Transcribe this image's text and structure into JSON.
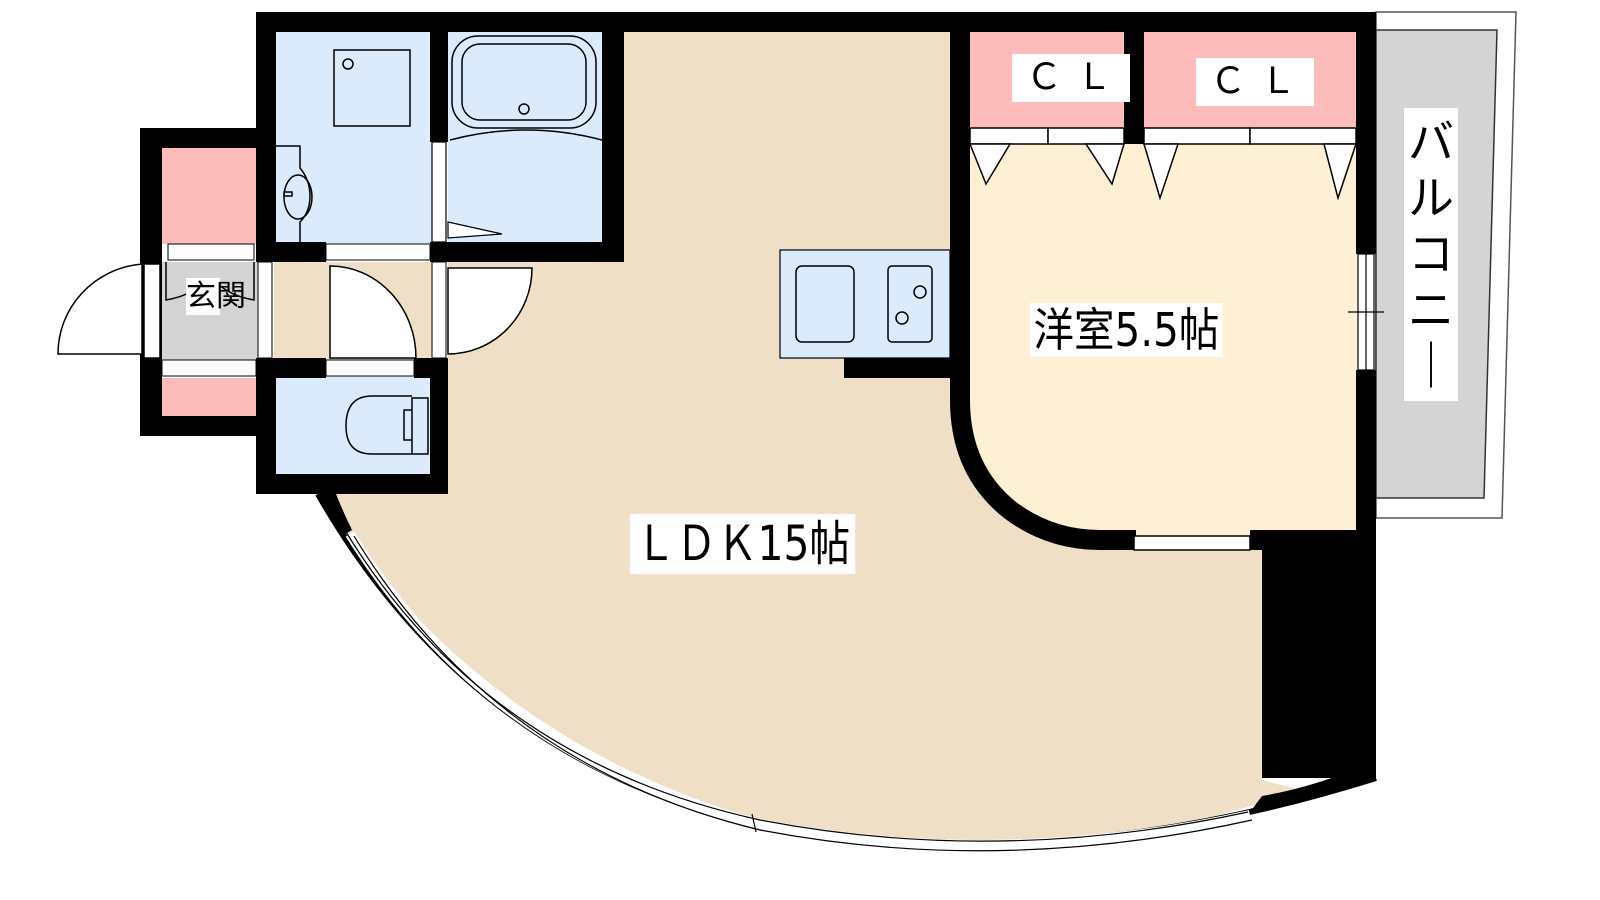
{
  "diagram": {
    "type": "floor_plan",
    "colors": {
      "wall": "#000000",
      "ldk_floor": "#efdfc7",
      "bedroom_floor": "#fdf0d4",
      "wet_area": "#dbebfc",
      "closet": "#fdbcbc",
      "entrance": "#d4d4d4",
      "balcony": "#d4d4d4",
      "opening": "#ffffff"
    },
    "rooms": {
      "ldk": {
        "label": "ＬＤＫ15帖",
        "size_jo": 15
      },
      "bedroom": {
        "label": "洋室5.5帖",
        "size_jo": 5.5
      },
      "closet_left": {
        "label": "ＣＬ"
      },
      "closet_right": {
        "label": "ＣＬ"
      },
      "entrance": {
        "label": "玄関"
      },
      "balcony": {
        "label": "バルコニー"
      }
    },
    "fixtures": [
      "washing-machine",
      "bathtub",
      "washbasin",
      "toilet",
      "kitchen-sink",
      "gas-stove"
    ]
  }
}
